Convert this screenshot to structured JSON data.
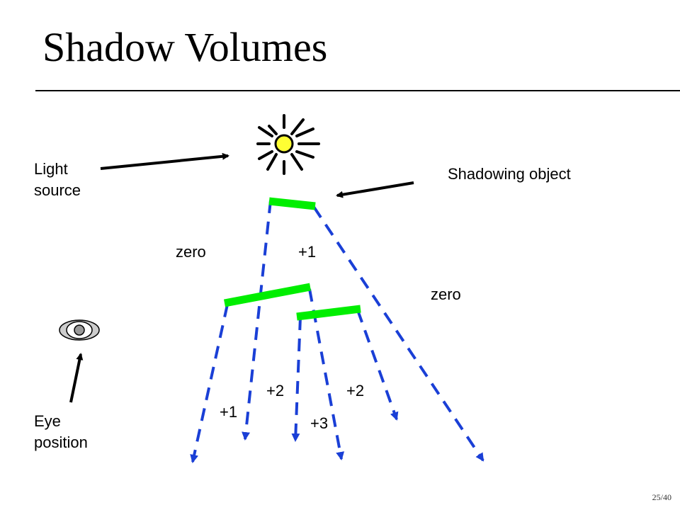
{
  "slide": {
    "title": "Shadow Volumes",
    "page_number": "25/40"
  },
  "labels": {
    "light_source": "Light\nsource",
    "shadowing_object": "Shadowing object",
    "eye_position": "Eye\nposition",
    "region_zero_left": "zero",
    "region_plus1_top": "+1",
    "region_zero_right": "zero",
    "region_plus2_left": "+2",
    "region_plus2_right": "+2",
    "region_plus1_bottom": "+1",
    "region_plus3": "+3"
  },
  "colors": {
    "sun_fill": "#ffff33",
    "occluder": "#00ee00",
    "shadow_volume_edge": "#1a3fd6",
    "eye_fill": "#cccccc",
    "pupil": "#999999"
  },
  "icons": {
    "light": "sun-icon",
    "eye": "eye-icon"
  }
}
